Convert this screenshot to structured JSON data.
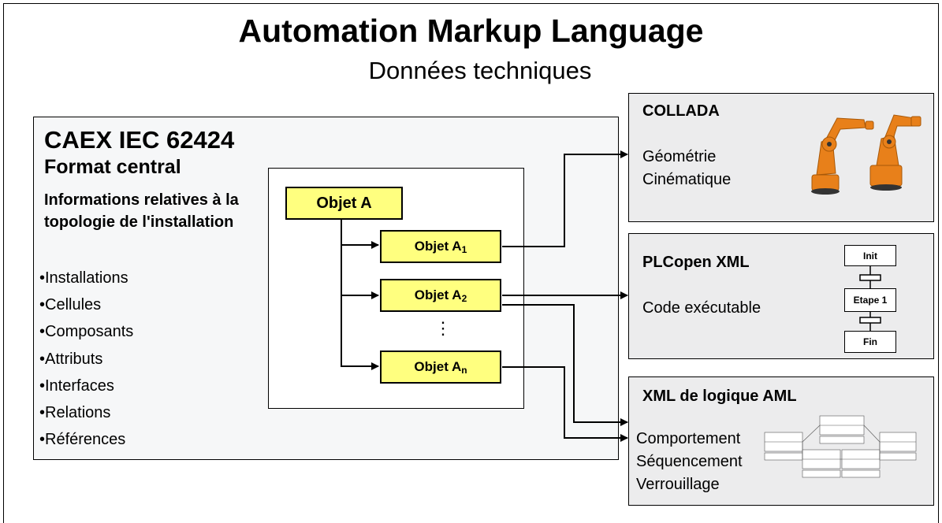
{
  "header": {
    "title": "Automation Markup Language",
    "subtitle": "Données techniques"
  },
  "caex": {
    "title": "CAEX IEC 62424",
    "subtitle": "Format central",
    "info": "Informations relatives à la topologie de l'installation",
    "items": [
      "•Installations",
      "•Cellules",
      "•Composants",
      "•Attributs",
      "•Interfaces",
      "•Relations",
      "•Références"
    ]
  },
  "objects": {
    "root": "Objet A",
    "child_label": "Objet A",
    "child1_sub": "1",
    "child2_sub": "2",
    "childn_sub": "n",
    "ellipsis": "⋮"
  },
  "collada": {
    "title": "COLLADA",
    "lines": [
      "Géométrie",
      "Cinématique"
    ],
    "image_icon": "industrial-robot-icon"
  },
  "plcopen": {
    "title": "PLCopen XML",
    "text": "Code exécutable",
    "sfc_steps": [
      "Init",
      "Etape 1",
      "Fin"
    ]
  },
  "aml": {
    "title": "XML de logique AML",
    "lines": [
      "Comportement",
      "Séquencement",
      "Verrouillage"
    ],
    "image_icon": "activity-diagram-icon"
  },
  "colors": {
    "object_fill": "#ffff7f",
    "caex_bg": "#f6f7f8",
    "box_bg": "#ececed",
    "robot": "#e8801a"
  }
}
